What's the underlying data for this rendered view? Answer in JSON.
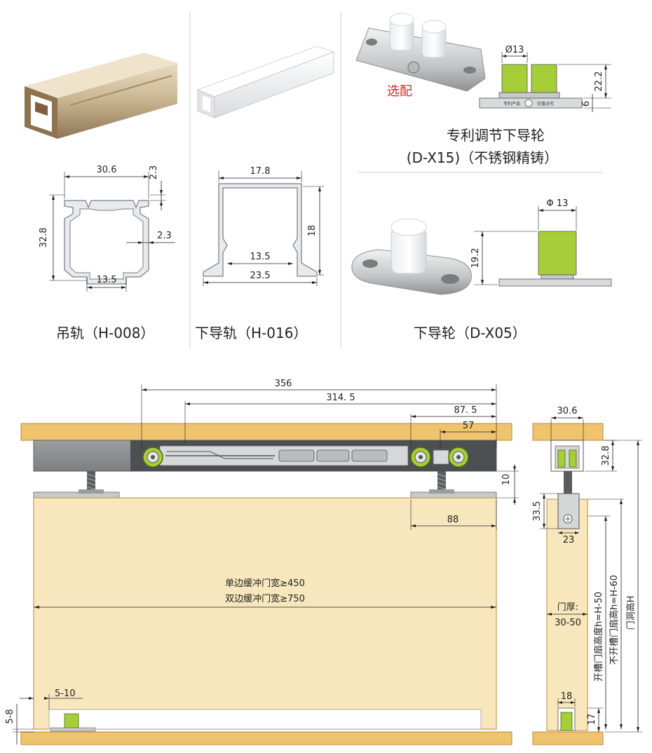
{
  "top": {
    "hanging_rail": {
      "caption": "吊轨（H-008）",
      "dims": {
        "width": "30.6",
        "height": "32.8",
        "top_offset": "2.3",
        "wall": "2.3",
        "bottom": "13.5"
      }
    },
    "lower_guide_rail": {
      "caption": "下导轨（H-016）",
      "dims": {
        "width": "17.8",
        "height": "18",
        "inner": "13.5",
        "outer": "23.5"
      }
    },
    "adjustable_guide": {
      "optional_label": "选配",
      "caption_line1": "专利调节下导轮",
      "caption_line2": "(D-X15)（不锈钢精铸）",
      "dims": {
        "diameter": "Ø13",
        "height": "22.2",
        "base": "6"
      },
      "plate_text_left": "专利产品",
      "plate_text_right": "仿冒必究"
    },
    "guide_wheel": {
      "caption": "下导轮（D-X05）",
      "dims": {
        "diameter": "Φ 13",
        "height": "19.2"
      }
    }
  },
  "front": {
    "dims": {
      "d356": "356",
      "d3145": "314. 5",
      "d875": "87. 5",
      "d57": "57",
      "d10": "10",
      "d88": "88",
      "d510": "5-10",
      "d58": "5-8"
    },
    "door_text_1": "单边缓冲门宽≥450",
    "door_text_2": "双边缓冲门宽≥750"
  },
  "side": {
    "dims": {
      "width": "30.6",
      "height": "32.8",
      "d335": "33.5",
      "d23": "23",
      "d18": "18",
      "d17": "17"
    },
    "door_thickness_label": "门厚:",
    "door_thickness_value": "30-50",
    "label_h50": "开槽门扇高度h=H-50",
    "label_h60": "不开槽门扇高h=H-60",
    "label_H": "门洞高H"
  },
  "colors": {
    "wood": "#f0c36f",
    "door": "#f8e7bd",
    "rail": "#8d8f91",
    "wheel_green": "#a6ce39",
    "accent_red": "#d8232a"
  }
}
